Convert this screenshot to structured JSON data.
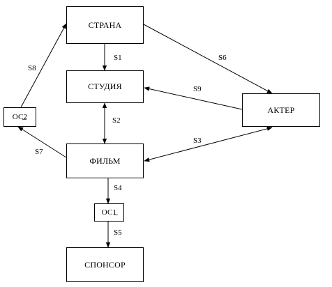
{
  "nodes": {
    "strana": "СТРАНА",
    "studio": "СТУДИЯ",
    "film": "ФИЛЬМ",
    "sponsor": "СПОНСОР",
    "actor": "АКТЕР",
    "os1": "ОС1",
    "os2": "ОС2"
  },
  "edges": {
    "s1": "S1",
    "s2": "S2",
    "s3": "S3",
    "s4": "S4",
    "s5": "S5",
    "s6": "S6",
    "s7": "S7",
    "s8": "S8",
    "s9": "S9"
  }
}
